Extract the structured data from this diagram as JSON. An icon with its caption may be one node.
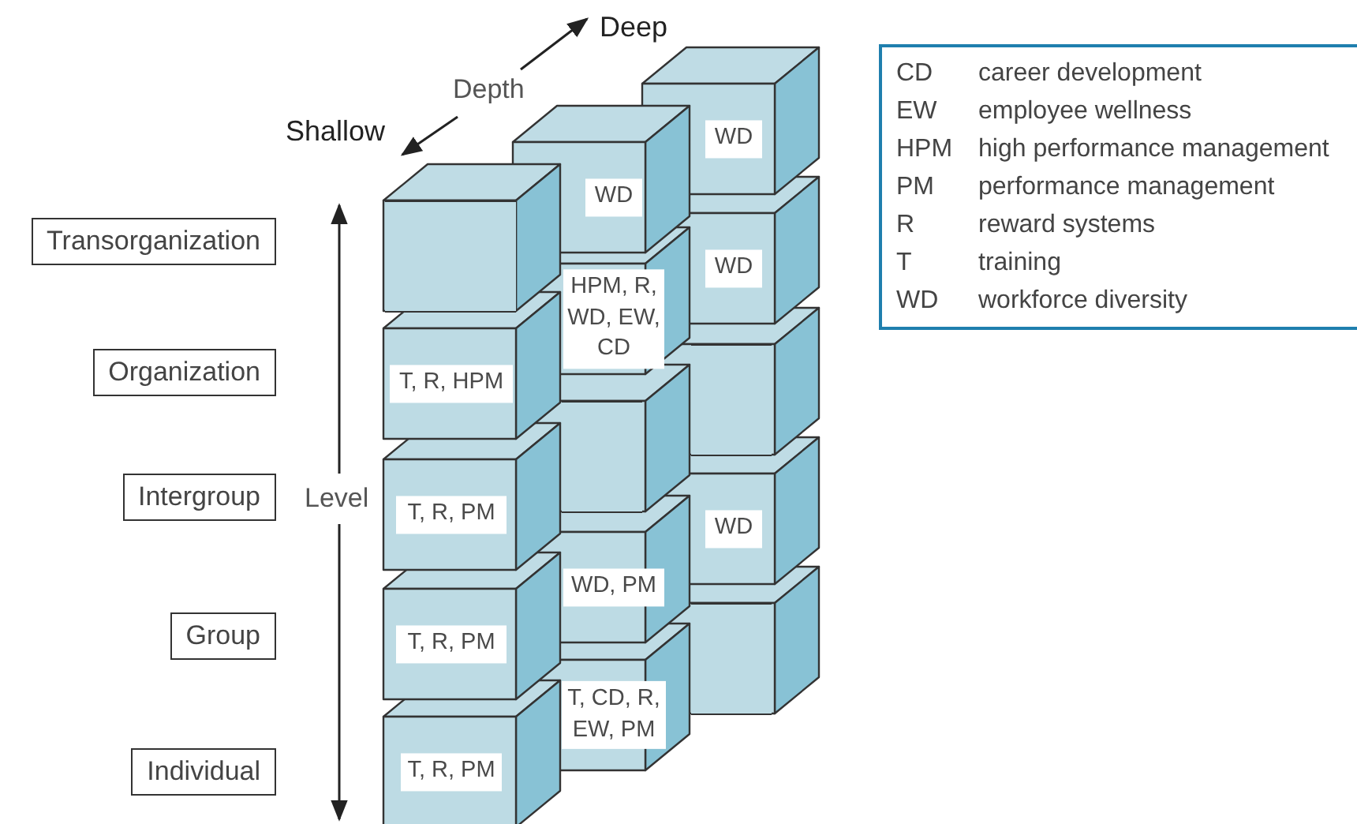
{
  "diagram": {
    "nodes": [
      {
        "text": [
          "Transorganization"
        ]
      },
      {
        "text": [
          "Organization"
        ]
      },
      {
        "text": [
          "Intergroup"
        ]
      },
      {
        "text": [
          "Group"
        ]
      },
      {
        "text": [
          "Individual"
        ]
      },
      {
        "text": [],
        "shape": "cube"
      },
      {
        "text": [
          "T, R, HPM"
        ]
      },
      {
        "text": [
          "T, R, PM"
        ]
      },
      {
        "text": [
          "T, R, PM"
        ]
      },
      {
        "text": [
          "T, R, PM"
        ]
      },
      {
        "text": [
          "WD"
        ]
      },
      {
        "text": [
          "HPM, R, WD, EW, CD"
        ]
      },
      {
        "text": [],
        "shape": "cube"
      },
      {
        "text": [
          "WD, PM"
        ]
      },
      {
        "text": [
          "T, CD, R, EW, PM"
        ]
      },
      {
        "text": [
          "WD"
        ]
      },
      {
        "text": [
          "WD"
        ]
      },
      {
        "text": [],
        "shape": "cube"
      },
      {
        "text": [
          "WD"
        ]
      },
      {
        "text": [],
        "shape": "cube"
      }
    ],
    "labels": [
      "Deep",
      "Depth",
      "Shallow",
      "Level",
      "CD",
      "career development",
      "EW",
      "employee wellness",
      "HPM",
      "high performance management",
      "PM",
      "performance management",
      "R",
      "reward systems",
      "T",
      "training",
      "WD",
      "workforce diversity"
    ]
  }
}
